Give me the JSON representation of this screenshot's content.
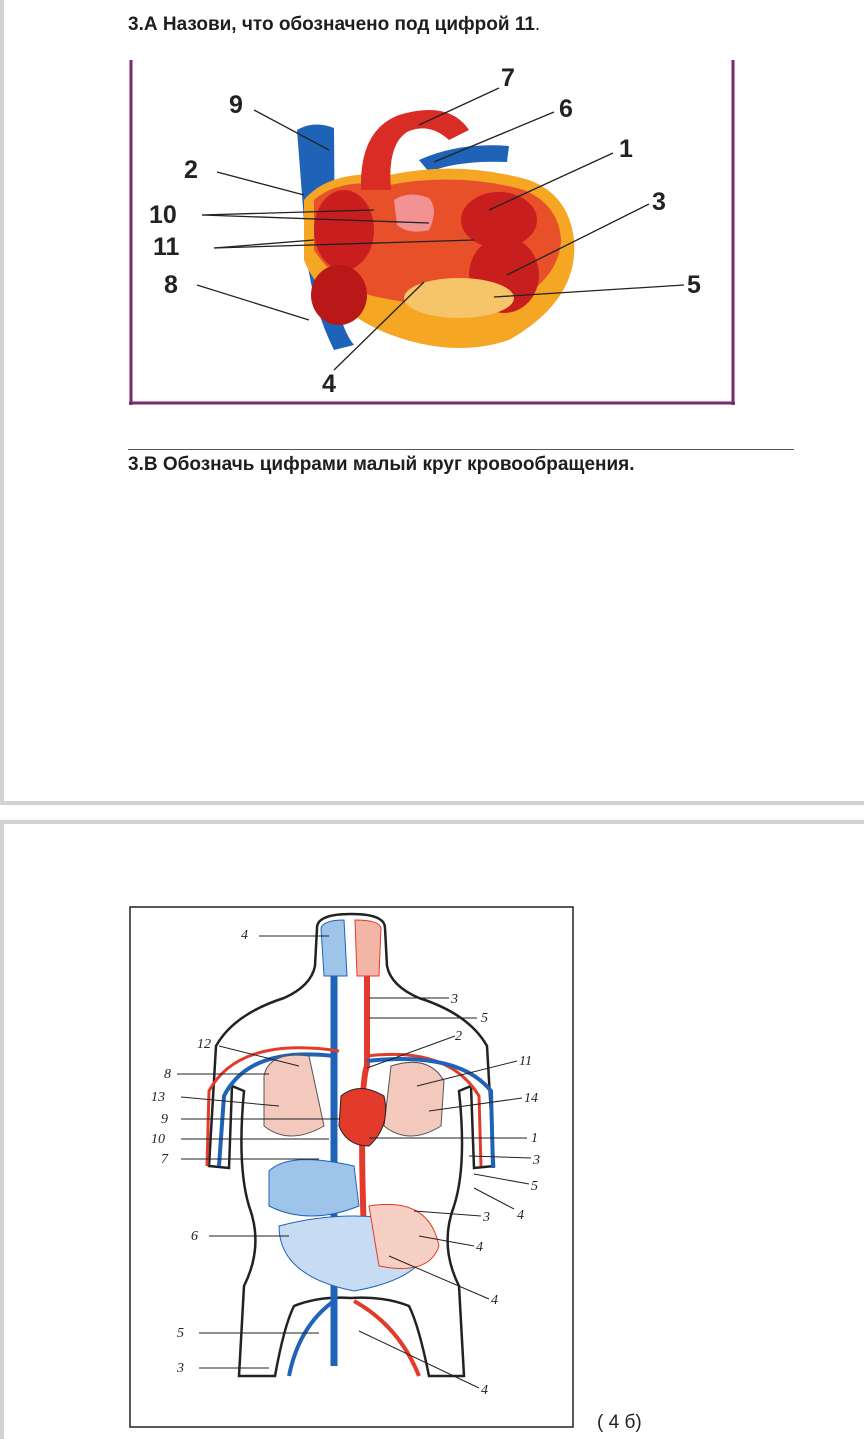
{
  "question_a": {
    "text": "3.А Назови, что обозначено под цифрой 11",
    "period": "."
  },
  "question_b": {
    "text": "3.В Обозначь цифрами малый круг кровообращения."
  },
  "heart_labels": [
    "9",
    "7",
    "6",
    "2",
    "1",
    "10",
    "3",
    "11",
    "8",
    "5",
    "4"
  ],
  "body_labels": [
    "4",
    "3",
    "5",
    "12",
    "2",
    "8",
    "11",
    "13",
    "14",
    "9",
    "1",
    "10",
    "7",
    "3",
    "5",
    "4",
    "3",
    "6",
    "4",
    "4",
    "5",
    "3",
    "4"
  ],
  "points": "( 4 б)",
  "colors": {
    "artery": "#e23b2b",
    "vein": "#1f63b8",
    "frame": "#7a2a6e"
  }
}
